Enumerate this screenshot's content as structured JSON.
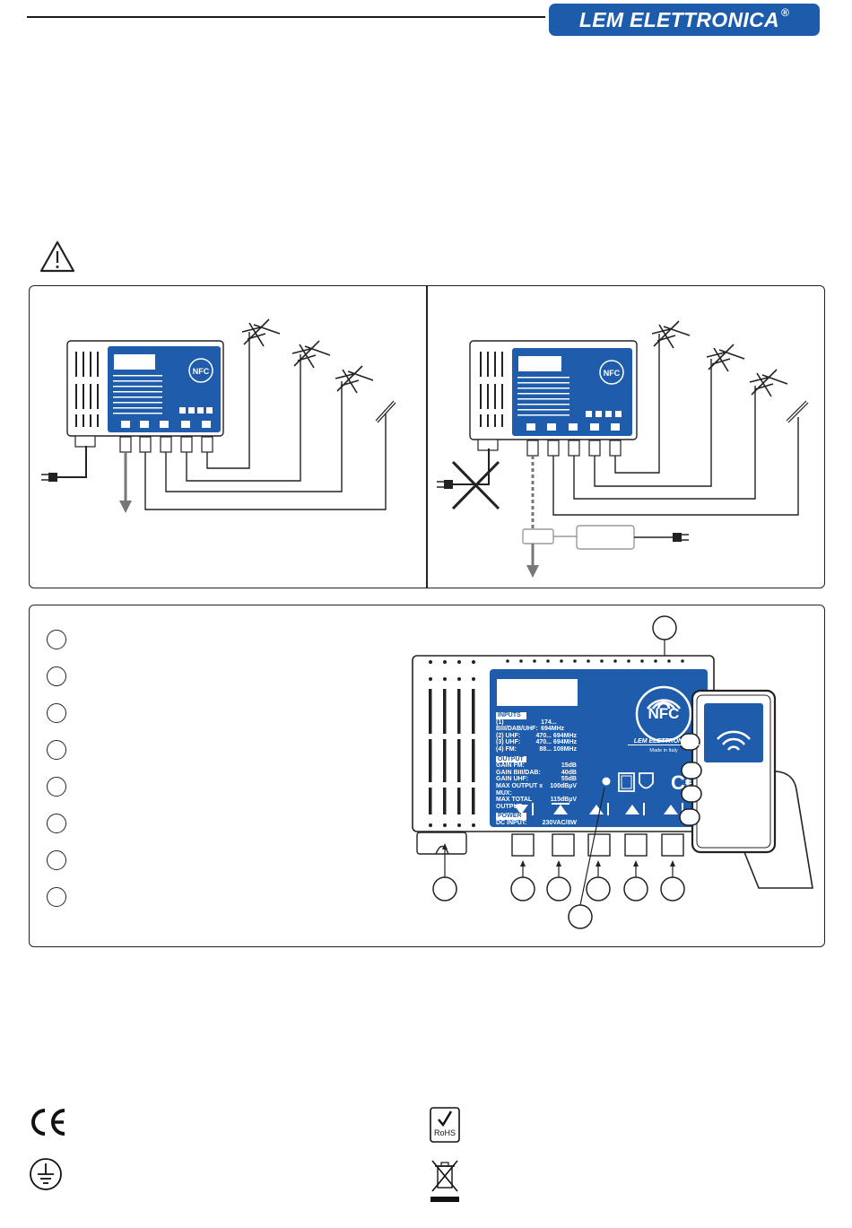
{
  "header": {
    "brand_name": "LEM ELETTRONICA",
    "registered_mark": "®"
  },
  "colors": {
    "brand_blue": "#1c5cab",
    "panel_blue": "#1f5cac",
    "text_dark": "#1a1a1a",
    "gray_arrow": "#777777"
  },
  "icons": [
    "warning-icon",
    "antenna-icon",
    "power-plug-icon",
    "nfc-icon",
    "ce-mark-icon",
    "rohs-icon",
    "weee-bin-icon",
    "ground-icon",
    "smartphone-icon",
    "hand-icon"
  ],
  "device_label": {
    "nfc": "NFC",
    "brand": "LEM ELETTRONICA",
    "made_in": "Made in Italy",
    "inputs_title": "INPUTS",
    "inputs": [
      {
        "name": "(1) BIII/DAB/UHF:",
        "value": "174... 694MHz"
      },
      {
        "name": "(2) UHF:",
        "value": "470... 694MHz"
      },
      {
        "name": "(3) UHF:",
        "value": "470... 694MHz"
      },
      {
        "name": "(4) FM:",
        "value": "88... 108MHz"
      }
    ],
    "output_title": "OUTPUT",
    "outputs": [
      {
        "name": "GAIN FM:",
        "value": "15dB"
      },
      {
        "name": "GAIN BIII/DAB:",
        "value": "40dB"
      },
      {
        "name": "GAIN UHF:",
        "value": "55dB"
      },
      {
        "name": "MAX OUTPUT x MUX:",
        "value": "100dBµV"
      },
      {
        "name": "MAX TOTAL OUTPUT:",
        "value": "115dBµV"
      }
    ],
    "power_title": "POWER",
    "power": {
      "name": "DC INPUT:",
      "value": "230VAC/8W"
    }
  }
}
